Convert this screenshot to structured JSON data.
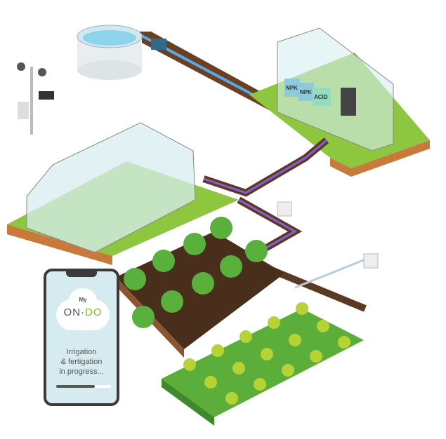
{
  "phone": {
    "app_prefix": "My",
    "app_name_left": "ON",
    "app_name_right": "DO",
    "status_line1": "Irrigation",
    "status_line2": "& fertigation",
    "status_line3": "in progress...",
    "progress_percent": 70
  },
  "tanks": [
    {
      "label": "NPK"
    },
    {
      "label": "NPK"
    },
    {
      "label": "ACID"
    }
  ],
  "colors": {
    "grass": "#8dc63f",
    "soil": "#6b3f22",
    "pipe_water": "#5aa9e6",
    "pipe_fert": "#8a5cd6",
    "accent": "#7cb82f"
  }
}
